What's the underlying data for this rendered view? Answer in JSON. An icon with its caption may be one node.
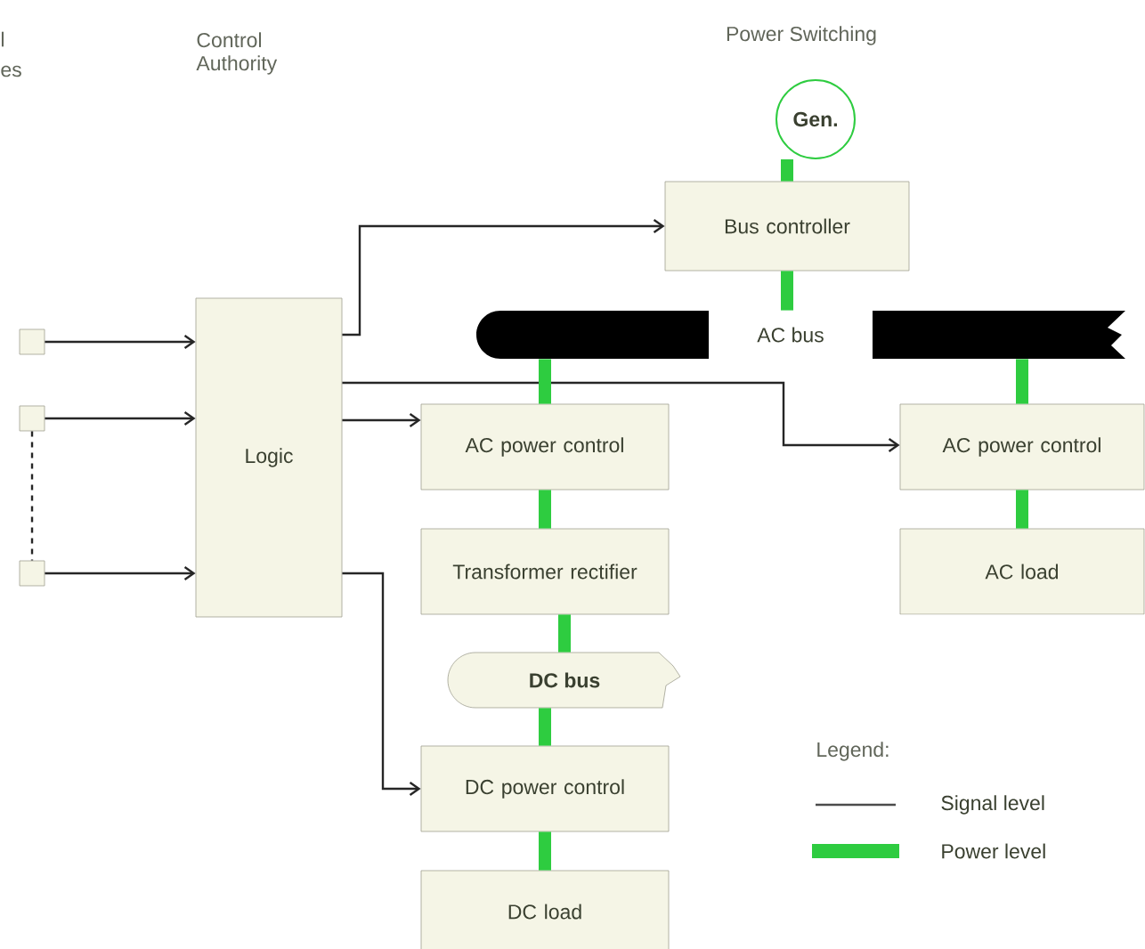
{
  "diagram": {
    "nodes": [
      {
        "text": [
          "Gen."
        ]
      },
      {
        "text": [
          "Bus controller"
        ]
      },
      {
        "text": [
          "AC bus"
        ]
      },
      {
        "text": [
          "Logic"
        ]
      },
      {
        "text": [],
        "shape": "box"
      },
      {
        "text": [],
        "shape": "box"
      },
      {
        "text": [],
        "shape": "box"
      },
      {
        "text": [
          "AC power control"
        ]
      },
      {
        "text": [
          "Transformer rectifier"
        ]
      },
      {
        "text": [
          "DC bus"
        ]
      },
      {
        "text": [
          "DC power control"
        ]
      },
      {
        "text": [
          "DC load"
        ]
      },
      {
        "text": [
          "AC power control"
        ]
      },
      {
        "text": [
          "AC load"
        ]
      }
    ],
    "edges": [
      {
        "from": 4,
        "to": 3,
        "arrow": "to",
        "color": "#262626"
      },
      {
        "from": 5,
        "to": 3,
        "arrow": "to",
        "color": "#262626"
      },
      {
        "from": 6,
        "to": 3,
        "arrow": "to",
        "color": "#262626"
      },
      {
        "from": 5,
        "to": 6,
        "arrow": "none",
        "style": "dashed",
        "color": "#262626"
      },
      {
        "from": 3,
        "to": 1,
        "arrow": "to",
        "color": "#262626"
      },
      {
        "from": 3,
        "to": 7,
        "arrow": "to",
        "color": "#262626"
      },
      {
        "from": 3,
        "to": 12,
        "arrow": "to",
        "color": "#262626"
      },
      {
        "from": 3,
        "to": 10,
        "arrow": "to",
        "color": "#262626"
      },
      {
        "from": 0,
        "to": 1,
        "arrow": "none",
        "color": "#2ecc40"
      },
      {
        "from": 1,
        "to": 2,
        "arrow": "none",
        "color": "#2ecc40"
      },
      {
        "from": 2,
        "to": 7,
        "arrow": "none",
        "color": "#2ecc40"
      },
      {
        "from": 7,
        "to": 8,
        "arrow": "none",
        "color": "#2ecc40"
      },
      {
        "from": 8,
        "to": 9,
        "arrow": "none",
        "color": "#2ecc40"
      },
      {
        "from": 9,
        "to": 10,
        "arrow": "none",
        "color": "#2ecc40"
      },
      {
        "from": 10,
        "to": 11,
        "arrow": "none",
        "color": "#2ecc40"
      },
      {
        "from": 2,
        "to": 12,
        "arrow": "none",
        "color": "#2ecc40"
      },
      {
        "from": 12,
        "to": 13,
        "arrow": "none",
        "color": "#2ecc40"
      }
    ],
    "labels": [
      "l",
      "es",
      "Control Authority",
      "Power Switching",
      "Legend:"
    ],
    "legend": [
      {
        "text": "Signal level"
      },
      {
        "text": "Power level",
        "color": "#2ecc40"
      }
    ]
  }
}
